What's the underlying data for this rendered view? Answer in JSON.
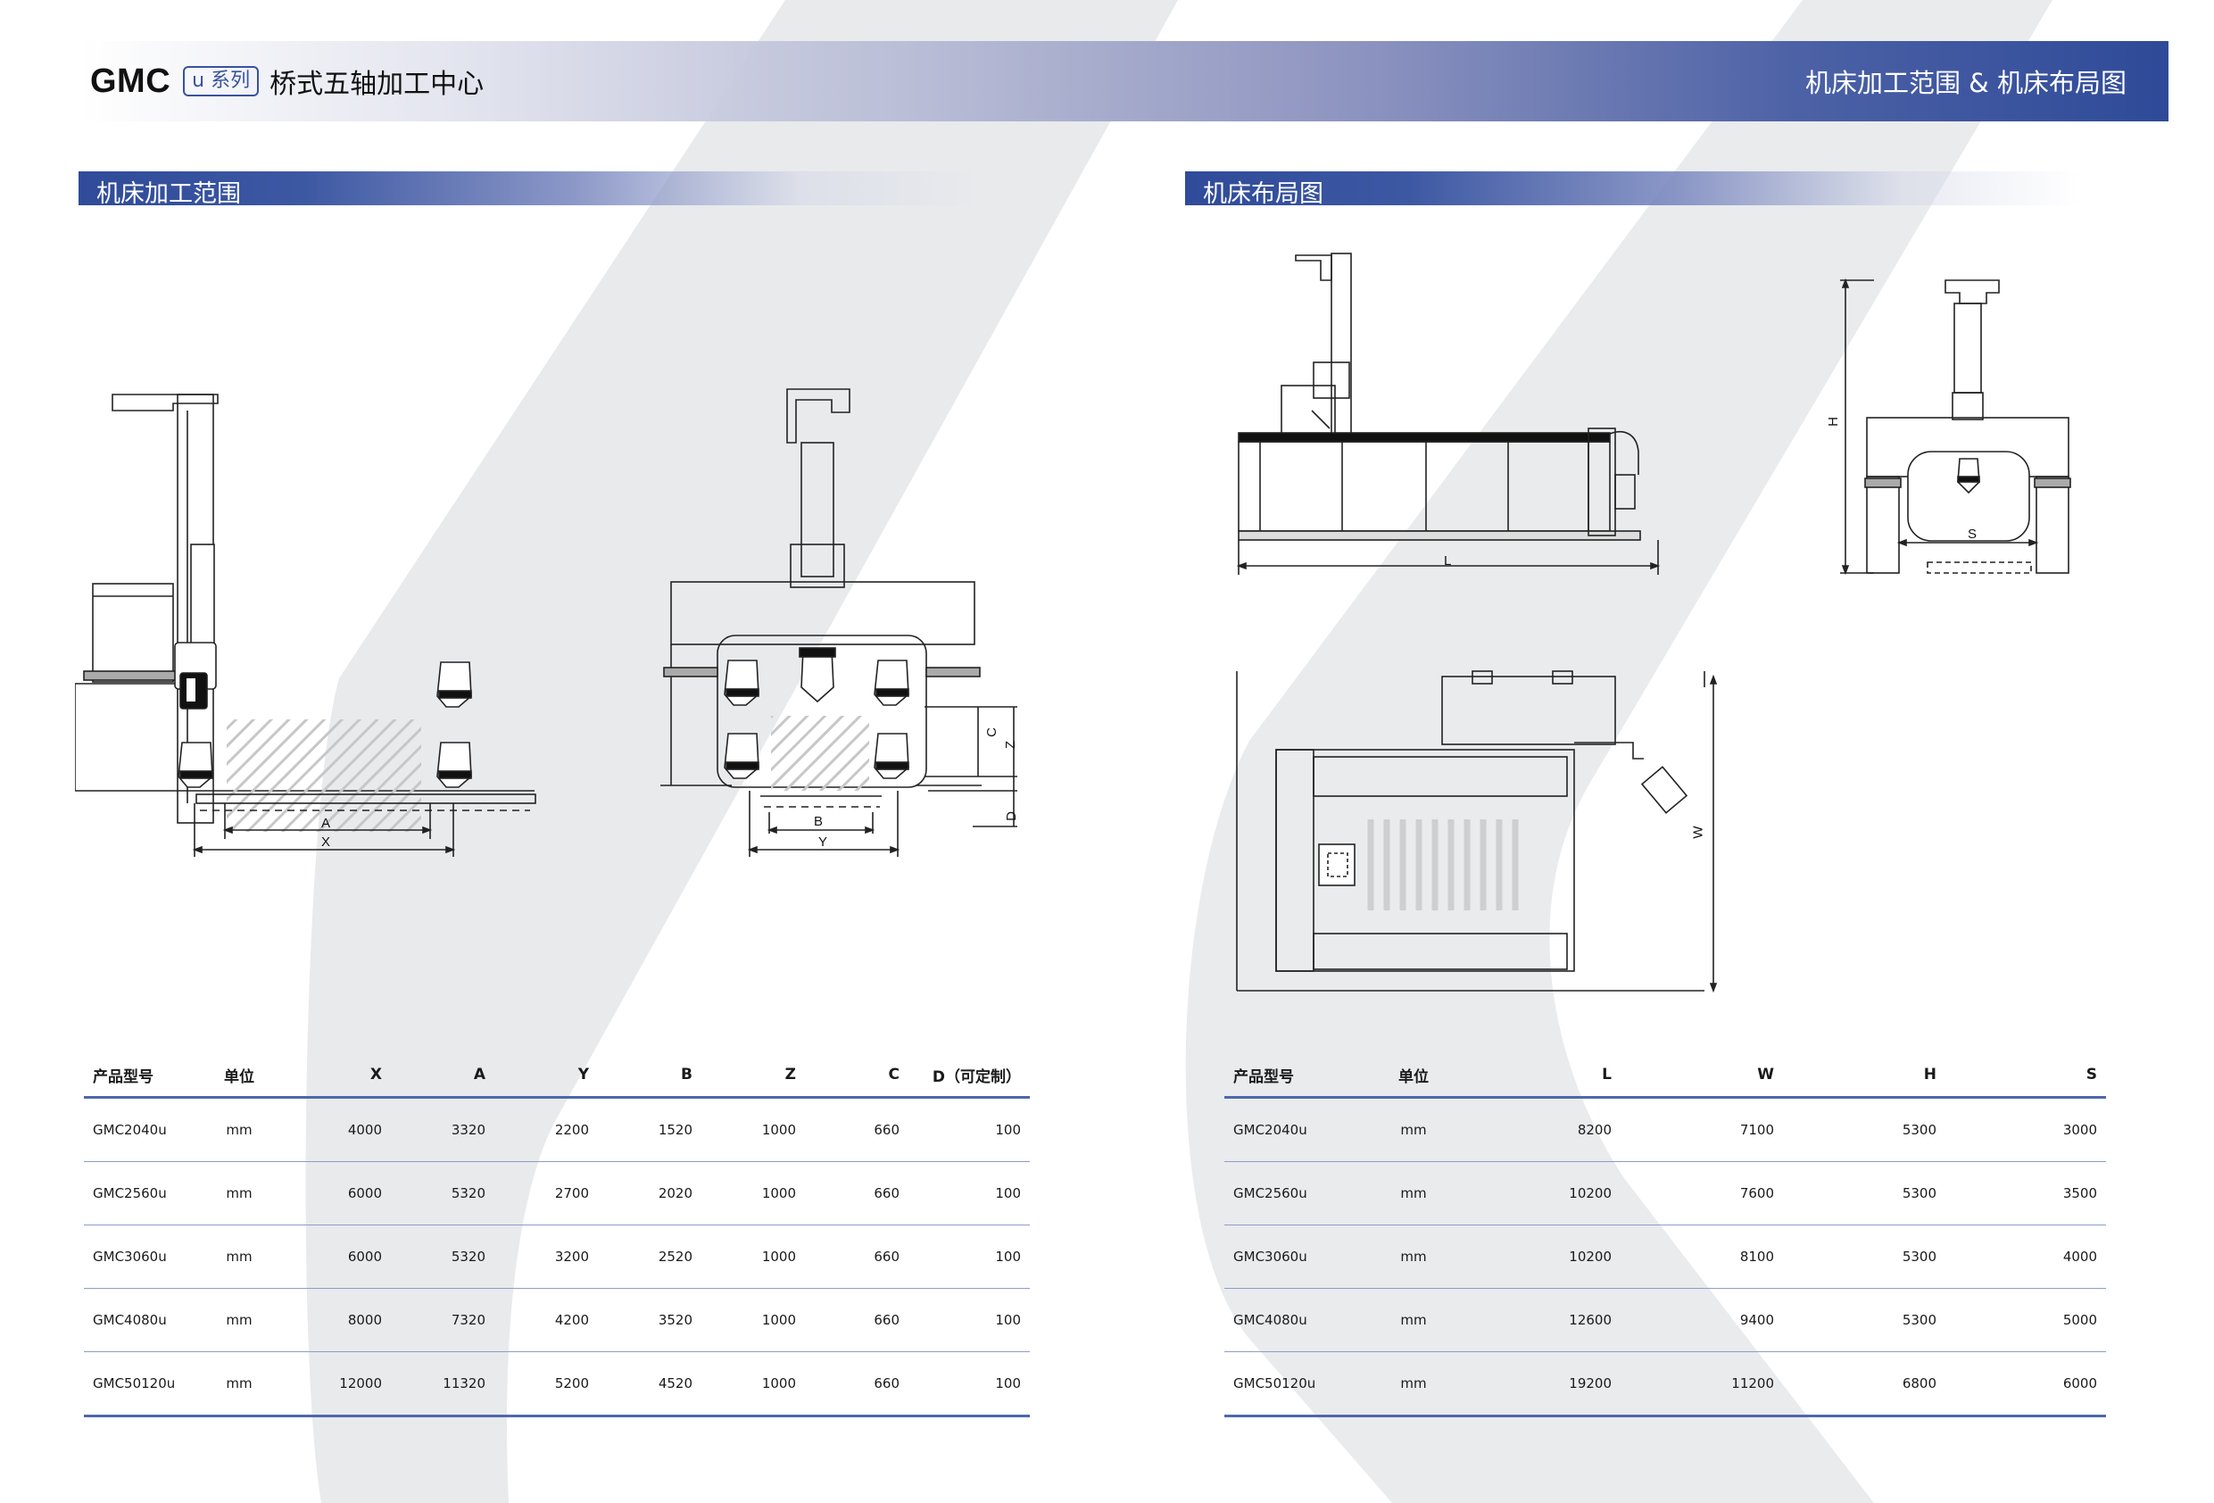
{
  "header": {
    "brand": "GMC",
    "series": "u 系列",
    "subtitle": "桥式五轴加工中心",
    "right_title": "机床加工范围 & 机床布局图"
  },
  "sections": {
    "left_title": "机床加工范围",
    "right_title": "机床布局图"
  },
  "drawing_labels": {
    "a": "A",
    "x": "X",
    "b": "B",
    "y": "Y",
    "c": "C",
    "z": "Z",
    "d": "D",
    "l": "L",
    "h": "H",
    "s": "S",
    "w": "W"
  },
  "colors": {
    "accent": "#2e4a98",
    "table_line": "#4f67ab",
    "background_shape": "#e8eaec"
  },
  "left_table": {
    "columns": [
      "产品型号",
      "单位",
      "X",
      "A",
      "Y",
      "B",
      "Z",
      "C",
      "D（可定制）"
    ],
    "rows": [
      [
        "GMC2040u",
        "mm",
        "4000",
        "3320",
        "2200",
        "1520",
        "1000",
        "660",
        "100"
      ],
      [
        "GMC2560u",
        "mm",
        "6000",
        "5320",
        "2700",
        "2020",
        "1000",
        "660",
        "100"
      ],
      [
        "GMC3060u",
        "mm",
        "6000",
        "5320",
        "3200",
        "2520",
        "1000",
        "660",
        "100"
      ],
      [
        "GMC4080u",
        "mm",
        "8000",
        "7320",
        "4200",
        "3520",
        "1000",
        "660",
        "100"
      ],
      [
        "GMC50120u",
        "mm",
        "12000",
        "11320",
        "5200",
        "4520",
        "1000",
        "660",
        "100"
      ]
    ]
  },
  "right_table": {
    "columns": [
      "产品型号",
      "单位",
      "L",
      "W",
      "H",
      "S"
    ],
    "rows": [
      [
        "GMC2040u",
        "mm",
        "8200",
        "7100",
        "5300",
        "3000"
      ],
      [
        "GMC2560u",
        "mm",
        "10200",
        "7600",
        "5300",
        "3500"
      ],
      [
        "GMC3060u",
        "mm",
        "10200",
        "8100",
        "5300",
        "4000"
      ],
      [
        "GMC4080u",
        "mm",
        "12600",
        "9400",
        "5300",
        "5000"
      ],
      [
        "GMC50120u",
        "mm",
        "19200",
        "11200",
        "6800",
        "6000"
      ]
    ]
  }
}
